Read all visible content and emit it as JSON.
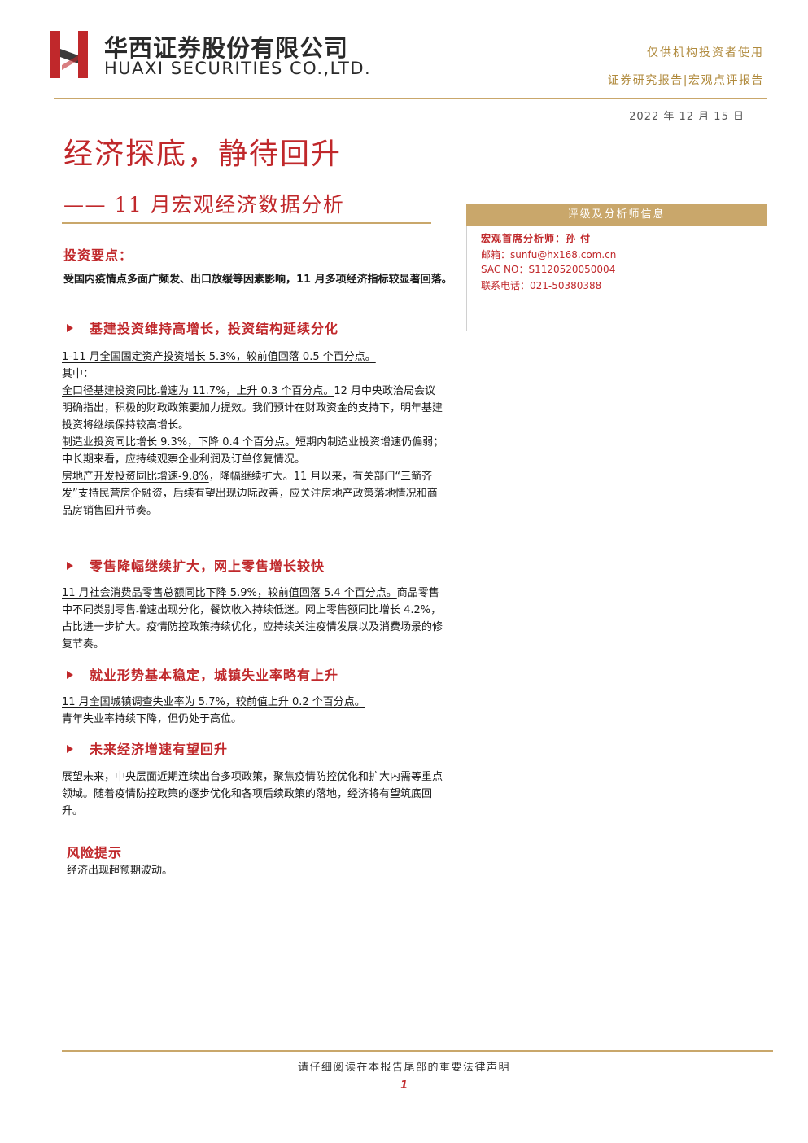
{
  "header": {
    "company_cn": "华西证券股份有限公司",
    "company_en": "HUAXI SECURITIES CO.,LTD.",
    "notice": "仅供机构投资者使用",
    "report_type": "证券研究报告|宏观点评报告",
    "date": "2022 年 12 月 15 日"
  },
  "title": {
    "main": "经济探底，静待回升",
    "sub": "—— 11 月宏观经济数据分析"
  },
  "analyst": {
    "heading": "评级及分析师信息",
    "name": "宏观首席分析师：孙 付",
    "email": "邮箱：sunfu@hx168.com.cn",
    "sac": "SAC NO：S1120520050004",
    "phone": "联系电话：021-50380388"
  },
  "key_points": {
    "label": "投资要点：",
    "summary": "受国内疫情点多面广频发、出口放缓等因素影响，11 月多项经济指标较显著回落。"
  },
  "sections": [
    {
      "heading": "基建投资维持高增长，投资结构延续分化",
      "p1": "1-11 月全国固定资产投资增长 5.3%，较前值回落 0.5 个百分点。",
      "p2": "其中：",
      "p3_ul": "全口径基建投资同比增速为 11.7%，上升 0.3 个百分点。",
      "p3_rest": "12 月中央政治局会议明确指出，积极的财政政策要加力提效。我们预计在财政资金的支持下，明年基建投资将继续保持较高增长。",
      "p4_ul": "制造业投资同比增长 9.3%，下降 0.4 个百分点。",
      "p4_rest": "短期内制造业投资增速仍偏弱；中长期来看，应持续观察企业利润及订单修复情况。",
      "p5_ul": "房地产开发投资同比增速-9.8%",
      "p5_rest": "，降幅继续扩大。11 月以来，有关部门“三箭齐发”支持民营房企融资，后续有望出现边际改善，应关注房地产政策落地情况和商品房销售回升节奏。"
    },
    {
      "heading": "零售降幅继续扩大，网上零售增长较快",
      "p1_ul": "11 月社会消费品零售总额同比下降 5.9%，较前值回落 5.4 个百分点。",
      "p1_rest": "商品零售中不同类别零售增速出现分化，餐饮收入持续低迷。网上零售额同比增长 4.2%，占比进一步扩大。疫情防控政策持续优化，应持续关注疫情发展以及消费场景的修复节奏。"
    },
    {
      "heading": "就业形势基本稳定，城镇失业率略有上升",
      "p1_ul": "11 月全国城镇调查失业率为 5.7%，较前值上升 0.2 个百分点。",
      "p1_rest": "青年失业率持续下降，但仍处于高位。"
    },
    {
      "heading": "未来经济增速有望回升",
      "p1": "展望未来，中央层面近期连续出台多项政策，聚焦疫情防控优化和扩大内需等重点领域。随着疫情防控政策的逐步优化和各项后续政策的落地，经济将有望筑底回升。"
    }
  ],
  "risk": {
    "label": "风险提示",
    "text": "经济出现超预期波动。"
  },
  "footer": {
    "note": "请仔细阅读在本报告尾部的重要法律声明",
    "page": "1"
  },
  "colors": {
    "accent_red": "#c0282b",
    "gold": "#c9a76b"
  },
  "icons": {
    "logo": "huaxi-logo-icon",
    "bullet": "triangle-bullet-icon"
  }
}
